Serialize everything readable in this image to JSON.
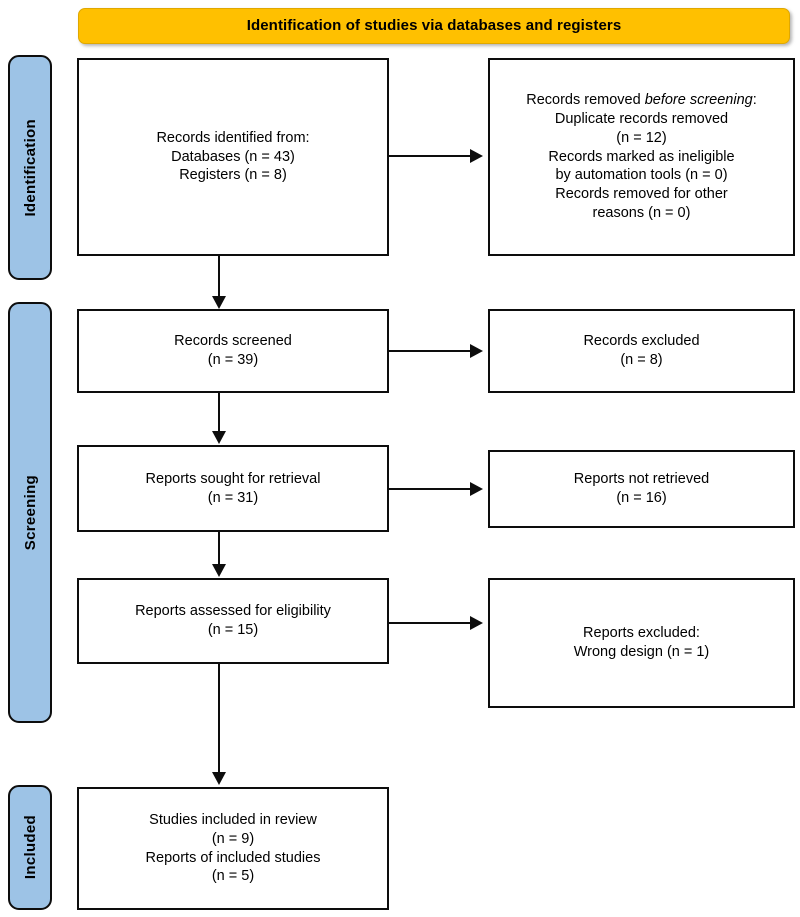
{
  "diagram": {
    "type": "prisma-flow-diagram",
    "title": "Identification of studies via databases and registers",
    "colors": {
      "banner": "#FFC000",
      "stage_pill": "#9DC3E6",
      "box_border": "#0D0D0D",
      "box_fill": "#FFFFFF",
      "text": "#000000"
    }
  },
  "stages": [
    {
      "id": "identification",
      "label": "Identification"
    },
    {
      "id": "screening",
      "label": "Screening"
    },
    {
      "id": "included",
      "label": "Included"
    }
  ],
  "nodes": {
    "identified": {
      "id": "records-identified",
      "stage": "identification",
      "column": "left",
      "lines": [
        "Records identified from:",
        "Databases (n = 43)",
        "Registers (n = 8)"
      ],
      "text": "Records identified from:\nDatabases (n = 43)\nRegisters (n = 8)"
    },
    "removed": {
      "id": "records-removed-before-screening",
      "stage": "identification",
      "column": "right",
      "text_before_italic": "Records removed ",
      "text_italic": "before screening",
      "text_after_italic": ":",
      "lines": [
        "Records removed before screening:",
        "Duplicate records removed",
        "(n = 12)",
        "Records marked as ineligible",
        "by automation tools (n = 0)",
        "Records removed for other",
        "reasons (n = 0)"
      ],
      "text_rest": "Duplicate records removed\n(n = 12)\nRecords marked as ineligible\nby automation tools (n = 0)\nRecords removed for other\nreasons (n = 0)"
    },
    "screened": {
      "id": "records-screened",
      "stage": "screening",
      "column": "left",
      "lines": [
        "Records screened",
        "(n = 39)"
      ],
      "text": "Records screened\n(n = 39)"
    },
    "records_excluded": {
      "id": "records-excluded",
      "stage": "screening",
      "column": "right",
      "lines": [
        "Records excluded",
        "(n = 8)"
      ],
      "text": "Records excluded\n(n = 8)"
    },
    "sought": {
      "id": "reports-sought-for-retrieval",
      "stage": "screening",
      "column": "left",
      "lines": [
        "Reports sought for retrieval",
        "(n = 31)"
      ],
      "text": "Reports sought for retrieval\n(n = 31)"
    },
    "not_retrieved": {
      "id": "reports-not-retrieved",
      "stage": "screening",
      "column": "right",
      "lines": [
        "Reports not retrieved",
        "(n = 16)"
      ],
      "text": "Reports not retrieved\n(n = 16)"
    },
    "assessed": {
      "id": "reports-assessed-for-eligibility",
      "stage": "screening",
      "column": "left",
      "lines": [
        "Reports assessed for eligibility",
        "(n = 15)"
      ],
      "text": "Reports assessed for eligibility\n(n = 15)"
    },
    "reports_excluded": {
      "id": "reports-excluded",
      "stage": "screening",
      "column": "right",
      "lines": [
        "Reports excluded:",
        "Wrong design (n = 1)"
      ],
      "text": "Reports excluded:\nWrong design (n = 1)"
    },
    "included": {
      "id": "studies-included-in-review",
      "stage": "included",
      "column": "left",
      "lines": [
        "Studies included in review",
        "(n = 9)",
        "Reports of included studies",
        "(n = 5)"
      ],
      "text": "Studies included in review\n(n = 9)\nReports of included studies\n(n = 5)"
    }
  },
  "counts": {
    "databases": 43,
    "registers": 8,
    "duplicate_records_removed": 12,
    "marked_ineligible_by_automation": 0,
    "removed_other_reasons": 0,
    "records_screened": 39,
    "records_excluded": 8,
    "reports_sought": 31,
    "reports_not_retrieved": 16,
    "reports_assessed": 15,
    "reports_excluded_wrong_design": 1,
    "studies_included": 9,
    "reports_of_included_studies": 5
  },
  "edges": [
    {
      "from": "identified",
      "to": "removed",
      "direction": "right"
    },
    {
      "from": "identified",
      "to": "screened",
      "direction": "down"
    },
    {
      "from": "screened",
      "to": "records_excluded",
      "direction": "right"
    },
    {
      "from": "screened",
      "to": "sought",
      "direction": "down"
    },
    {
      "from": "sought",
      "to": "not_retrieved",
      "direction": "right"
    },
    {
      "from": "sought",
      "to": "assessed",
      "direction": "down"
    },
    {
      "from": "assessed",
      "to": "reports_excluded",
      "direction": "right"
    },
    {
      "from": "assessed",
      "to": "included",
      "direction": "down"
    }
  ]
}
